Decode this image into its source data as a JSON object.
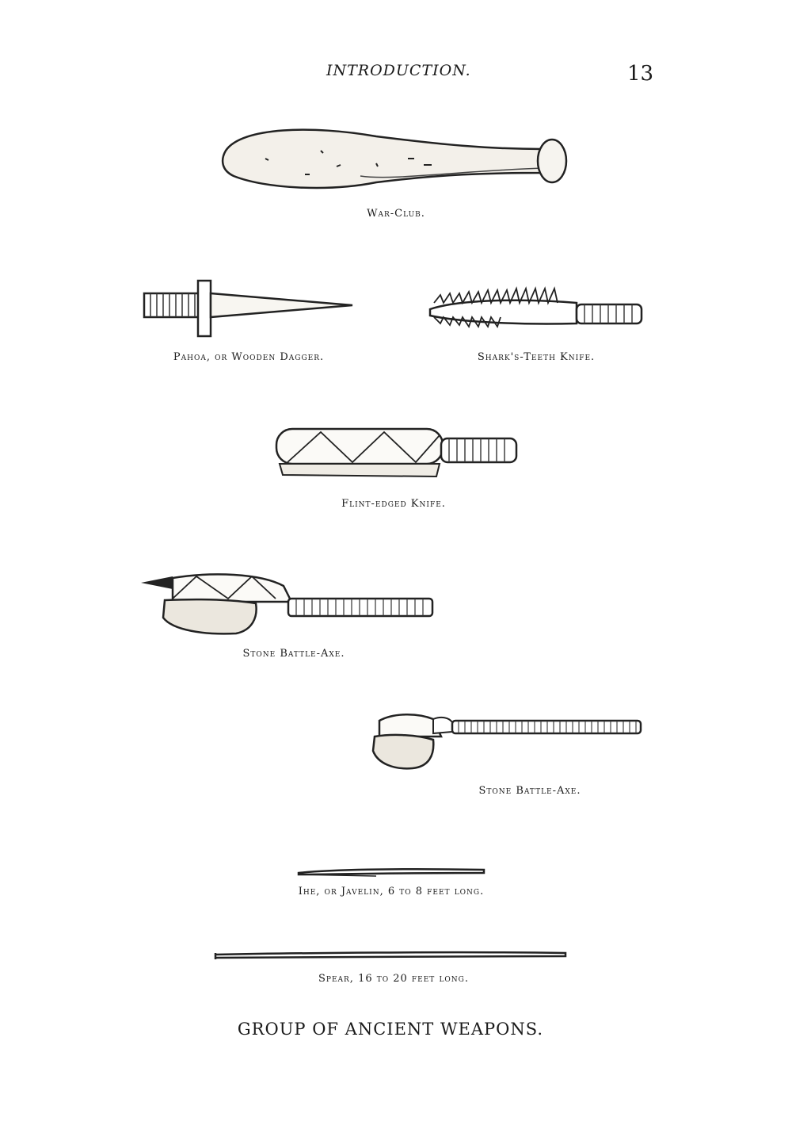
{
  "header": {
    "running_title": "INTRODUCTION.",
    "page_number": "13"
  },
  "figures": {
    "war_club": "War-Club.",
    "pahoa": "Pahoa, or Wooden Dagger.",
    "shark_knife": "Shark's-Teeth Knife.",
    "flint_knife": "Flint-edged Knife.",
    "battle_axe_1": "Stone Battle-Axe.",
    "battle_axe_2": "Stone Battle-Axe.",
    "javelin": "Ihe, or Javelin, 6 to 8 feet long.",
    "spear": "Spear, 16 to 20 feet long."
  },
  "plate_title": "GROUP OF ANCIENT WEAPONS."
}
